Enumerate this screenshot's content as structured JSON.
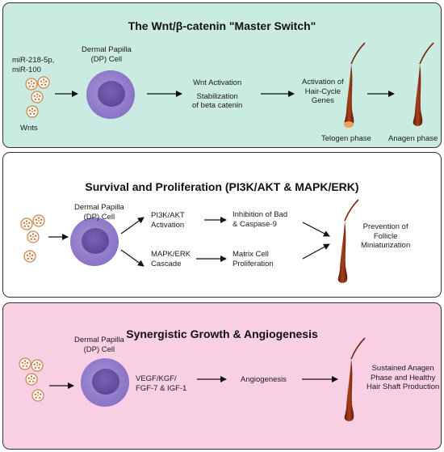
{
  "panels": [
    {
      "title": "The Wnt/β-catenin \"Master Switch\"",
      "mirna_line1": "miR-218-5p,",
      "mirna_line2": "miR-100",
      "wnts": "Wnts",
      "dp_line1": "Dermal Papilla",
      "dp_line2": "(DP) Cell",
      "step1_line1": "Wnt Activation",
      "step1_line2": "Stabilization",
      "step1_line3": "of beta catenin",
      "step2_line1": "Activation of",
      "step2_line2": "Hair-Cycle",
      "step2_line3": "Genes",
      "telogen": "Telogen phase",
      "anagen": "Anagen phase"
    },
    {
      "title": "Survival and Proliferation (PI3K/AKT & MAPK/ERK)",
      "dp_line1": "Dermal Papilla",
      "dp_line2": "(DP) Cell",
      "pi3k_line1": "PI3K/AKT",
      "pi3k_line2": "Activation",
      "bad_line1": "Inhibition of Bad",
      "bad_line2": "& Caspase-9",
      "mapk_line1": "MAPK/ERK",
      "mapk_line2": "Cascade",
      "matrix_line1": "Matrix Cell",
      "matrix_line2": "Proliferation",
      "result_line1": "Prevention of",
      "result_line2": "Follicle",
      "result_line3": "Miniaturization"
    },
    {
      "title": "Synergistic Growth & Angiogenesis",
      "dp_line1": "Dermal Papilla",
      "dp_line2": "(DP) Cell",
      "factors_line1": "VEGF/KGF/",
      "factors_line2": "FGF-7 & IGF-1",
      "angio": "Angiogenesis",
      "result_line1": "Sustained Anagen",
      "result_line2": "Phase and Healthy",
      "result_line3": "Hair Shaft Production"
    }
  ],
  "colors": {
    "panel1_bg": "#c9ebe2",
    "panel2_bg": "#ffffff",
    "panel3_bg": "#f9cfe3",
    "cell_outer": "#9b86cf",
    "cell_nucleus": "#6c55a6",
    "vesicle": "#c9884f",
    "hair": "#8a2a12",
    "hair_bulb": "#f2a15a"
  },
  "icons": [
    "exosome-icon",
    "dp-cell-icon",
    "hair-follicle-icon",
    "arrow-icon"
  ]
}
